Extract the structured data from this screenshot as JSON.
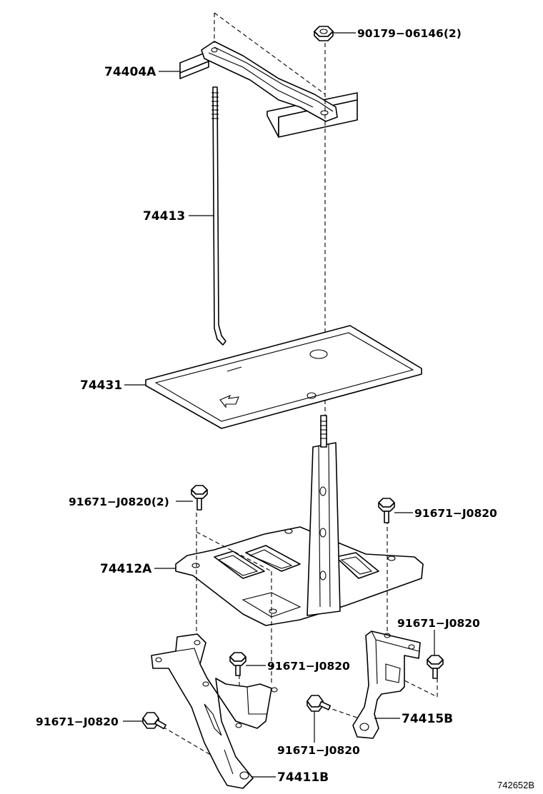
{
  "diagram": {
    "reference_code": "742652B",
    "labels": {
      "p74404A": "74404A",
      "p74413": "74413",
      "p74431": "74431",
      "p74412A": "74412A",
      "p74411B": "74411B",
      "p74415B": "74415B",
      "b90179": "90179−06146(2)",
      "b91671_left_top": "91671−J0820(2)",
      "b91671_right_top": "91671−J0820",
      "b91671_right_mid": "91671−J0820",
      "b91671_center": "91671−J0820",
      "b91671_left_low": "91671−J0820",
      "b91671_bottom": "91671−J0820"
    }
  }
}
